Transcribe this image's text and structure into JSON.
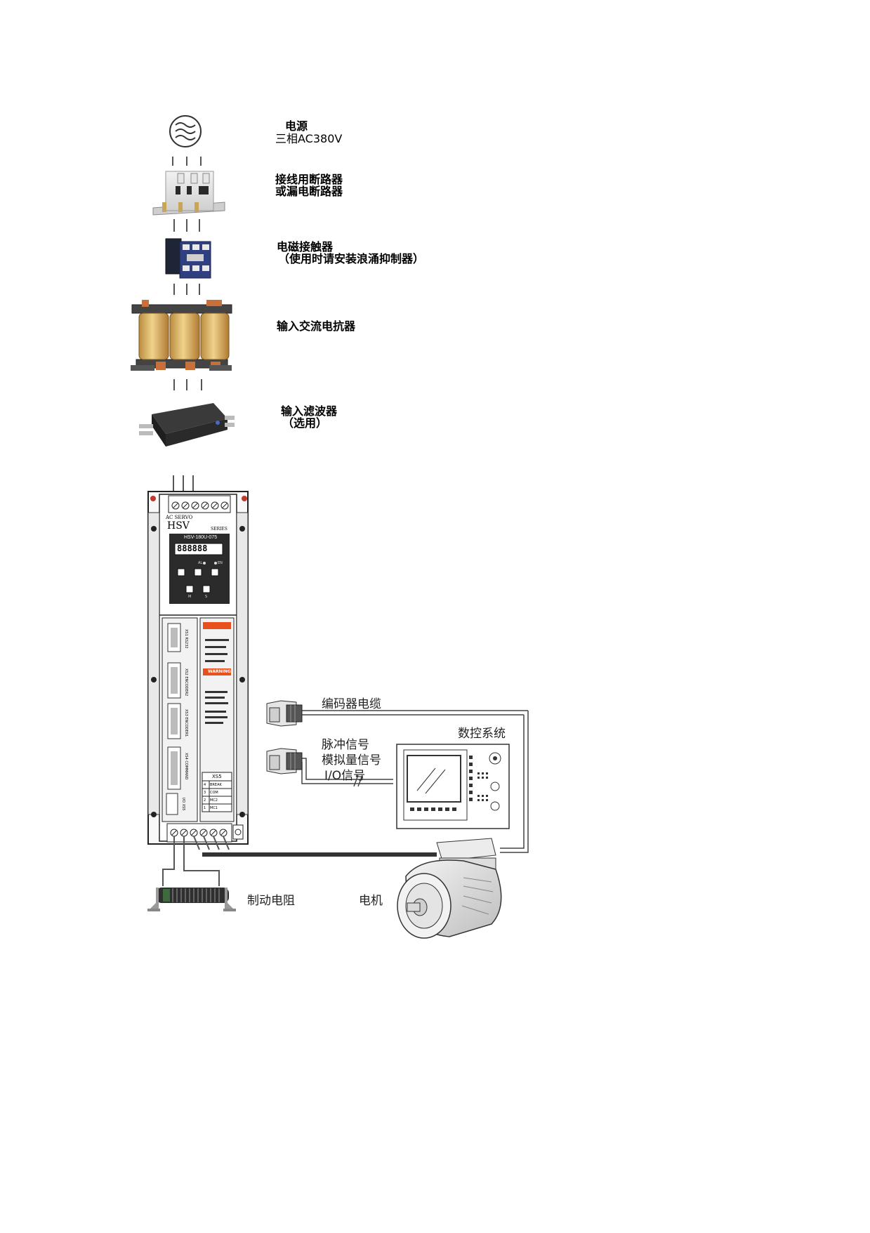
{
  "labels": {
    "power_title": "电源",
    "power_spec": "三相AC380V",
    "breaker_line1": "接线用断路器",
    "breaker_line2": "或漏电断路器",
    "contactor_line1": "电磁接触器",
    "contactor_line2": "（使用时请安装浪涌抑制器）",
    "reactor": "输入交流电抗器",
    "filter_line1": "输入滤波器",
    "filter_line2": "（选用）",
    "encoder_cable": "编码器电缆",
    "cnc_system": "数控系统",
    "pulse_signal": "脉冲信号",
    "analog_signal": "模拟量信号",
    "io_signal": "I/O信号",
    "brake_resistor": "制动电阻",
    "motor": "电机"
  },
  "drive": {
    "series_brand": "AC SERVO",
    "series_name": "HSV",
    "series_word": "SERIES",
    "model": "HSV-180U-075",
    "display": "888888",
    "led_al": "AL",
    "led_en": "EN",
    "key_m": "M",
    "key_s": "S",
    "port_xs1": "XS1",
    "port_xs1_name": "RS232",
    "port_xs2": "XS2",
    "port_xs2_name": "ENCODER2",
    "port_xs3": "XS3",
    "port_xs3_name": "ENCODER1",
    "port_xs4": "XS4",
    "port_xs4_name": "COMMAND",
    "port_xs5": "XS5",
    "port_io": "I/O",
    "warning": "WARNING",
    "xs5_title": "XS5",
    "xs5_rows": [
      {
        "pin": "4",
        "name": "BREAK"
      },
      {
        "pin": "3",
        "name": "COM"
      },
      {
        "pin": "2",
        "name": "MC2"
      },
      {
        "pin": "1",
        "name": "MC1"
      }
    ]
  },
  "colors": {
    "warning_orange": "#e8501e",
    "panel_dark": "#2b2b2b",
    "copper": "#c8703a",
    "reactor_yellow": "#d9b26a"
  }
}
